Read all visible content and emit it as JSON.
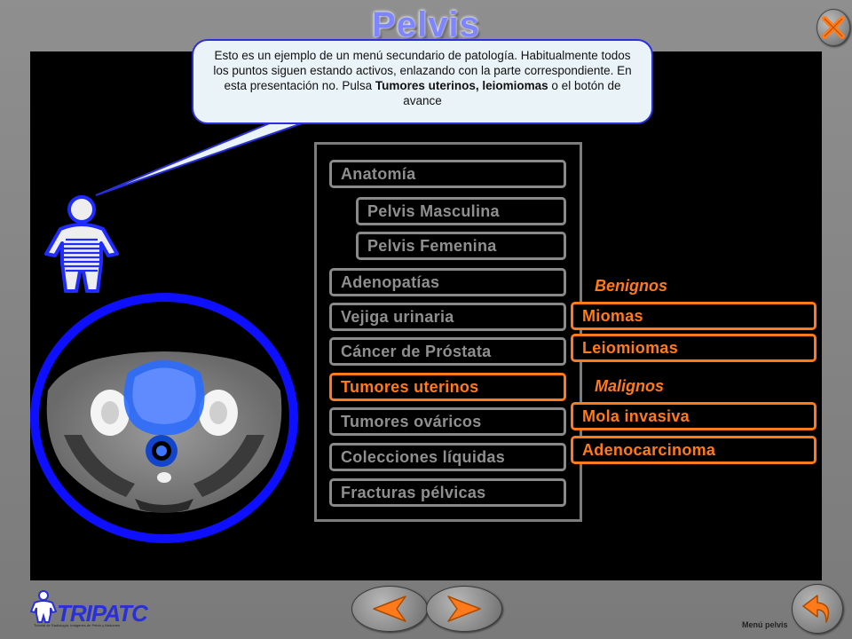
{
  "header": {
    "title": "Pelvis"
  },
  "callout": {
    "text_plain": "Esto es un ejemplo de un menú secundario de patología. Habitualmente todos los puntos siguen estando activos, enlazando con la parte correspondiente. En esta presentación no. Pulsa",
    "text_bold": "Tumores uterinos, leiomiomas",
    "text_end": "o el botón de avance"
  },
  "menu": {
    "items": [
      {
        "label": "Anatomía"
      },
      {
        "label": "Pelvis Masculina"
      },
      {
        "label": "Pelvis Femenina"
      },
      {
        "label": "Adenopatías"
      },
      {
        "label": "Vejiga urinaria"
      },
      {
        "label": "Cáncer de Próstata"
      },
      {
        "label": "Tumores uterinos"
      },
      {
        "label": "Tumores ováricos"
      },
      {
        "label": "Colecciones líquidas"
      },
      {
        "label": "Fracturas pélvicas"
      }
    ]
  },
  "submenu": {
    "benign_label": "Benignos",
    "benign": [
      "Miomas",
      "Leiomiomas"
    ],
    "malignant_label": "Malignos",
    "malignant": [
      "Mola invasiva",
      "Adenocarcinoma"
    ]
  },
  "logo": {
    "brand": "TRIPA",
    "brand_suffix": "TC",
    "tagline": "Tutorial de Radiología, Imágenes de Pelvis y Abdomen"
  },
  "footer": {
    "label": "Menú pelvis"
  },
  "colors": {
    "accent": "#ff7a1a",
    "inactive": "#8a8a8a",
    "brand": "#2a2fd8",
    "background": "#000000"
  },
  "icons": {
    "close": "close-x-icon",
    "prev": "arrow-left-icon",
    "next": "arrow-right-icon",
    "back": "return-arrow-icon"
  }
}
